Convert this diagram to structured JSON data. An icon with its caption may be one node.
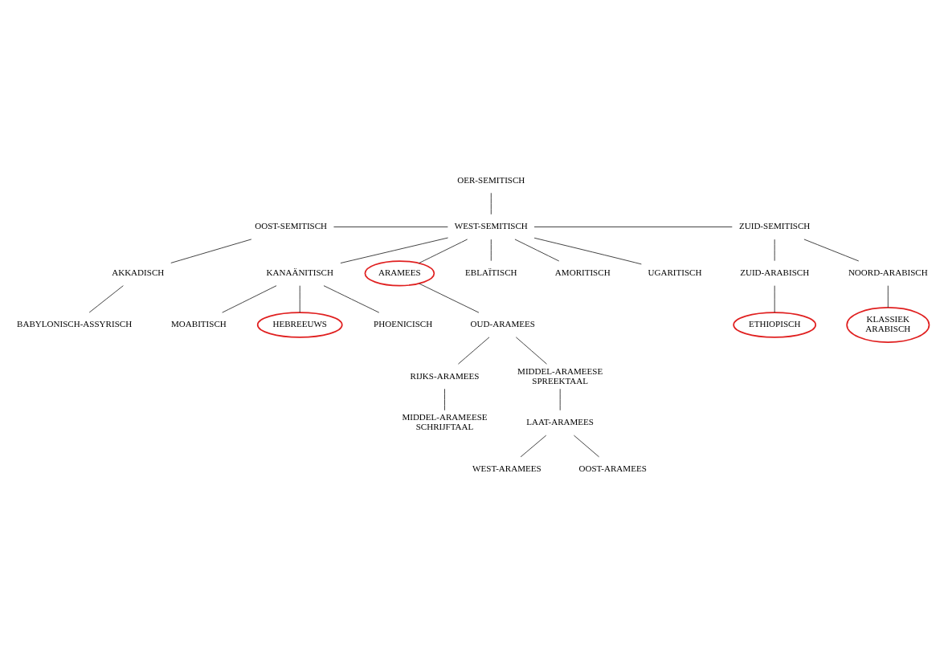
{
  "diagram": {
    "nodes": [
      {
        "text": [
          "OER-SEMITISCH"
        ]
      },
      {
        "text": [
          "OOST-SEMITISCH"
        ]
      },
      {
        "text": [
          "WEST-SEMITISCH"
        ]
      },
      {
        "text": [
          "ZUID-SEMITISCH"
        ]
      },
      {
        "text": [
          "AKKADISCH"
        ]
      },
      {
        "text": [
          "BABYLONISCH-ASSYRISCH"
        ]
      },
      {
        "text": [
          "EBLAÏTISCH"
        ]
      },
      {
        "text": [
          "AMORITISCH"
        ]
      },
      {
        "text": [
          "UGARITISCH"
        ]
      },
      {
        "text": [
          "KANAÄNITISCH"
        ]
      },
      {
        "text": [
          "ARAMEES"
        ]
      },
      {
        "text": [
          "ZUID-ARABISCH"
        ]
      },
      {
        "text": [
          "NOORD-ARABISCH"
        ]
      },
      {
        "text": [
          "PHOENICISCH"
        ]
      },
      {
        "text": [
          "MOABITISCH"
        ]
      },
      {
        "text": [
          "HEBREEUWS"
        ]
      },
      {
        "text": [
          "OUD-ARAMEES"
        ]
      },
      {
        "text": [
          "RIJKS-ARAMEES"
        ]
      },
      {
        "text": [
          "MIDDEL-ARAMEESE SPREEKTAAL"
        ]
      },
      {
        "text": [
          "MIDDEL-ARAMEESE SCHRIJFTAAL"
        ]
      },
      {
        "text": [
          "LAAT-ARAMEES"
        ]
      },
      {
        "text": [
          "WEST-ARAMEES"
        ]
      },
      {
        "text": [
          "OOST-ARAMEES"
        ]
      },
      {
        "text": [
          "ETHIOPISCH"
        ]
      },
      {
        "text": [
          "KLASSIEK ARABISCH"
        ]
      }
    ],
    "edges": [
      {
        "from": 0,
        "to": 2,
        "arrow": "none"
      },
      {
        "from": 1,
        "to": 2,
        "arrow": "none"
      },
      {
        "from": 2,
        "to": 3,
        "arrow": "none"
      },
      {
        "from": 1,
        "to": 4,
        "arrow": "none"
      },
      {
        "from": 4,
        "to": 5,
        "arrow": "none"
      },
      {
        "from": 2,
        "to": 6,
        "arrow": "none"
      },
      {
        "from": 2,
        "to": 7,
        "arrow": "none"
      },
      {
        "from": 2,
        "to": 8,
        "arrow": "none"
      },
      {
        "from": 2,
        "to": 9,
        "arrow": "none"
      },
      {
        "from": 2,
        "to": 10,
        "arrow": "none"
      },
      {
        "from": 3,
        "to": 11,
        "arrow": "none"
      },
      {
        "from": 3,
        "to": 12,
        "arrow": "none"
      },
      {
        "from": 9,
        "to": 13,
        "arrow": "none"
      },
      {
        "from": 9,
        "to": 14,
        "arrow": "none"
      },
      {
        "from": 9,
        "to": 15,
        "arrow": "none"
      },
      {
        "from": 10,
        "to": 16,
        "arrow": "none"
      },
      {
        "from": 16,
        "to": 18,
        "arrow": "none"
      },
      {
        "from": 16,
        "to": 17,
        "arrow": "none"
      },
      {
        "from": 17,
        "to": 19,
        "arrow": "none"
      },
      {
        "from": 18,
        "to": 20,
        "arrow": "none"
      },
      {
        "from": 20,
        "to": 21,
        "arrow": "none"
      },
      {
        "from": 20,
        "to": 22,
        "arrow": "none"
      },
      {
        "from": 11,
        "to": 23,
        "arrow": "none"
      },
      {
        "from": 12,
        "to": 24,
        "arrow": "none"
      }
    ]
  }
}
